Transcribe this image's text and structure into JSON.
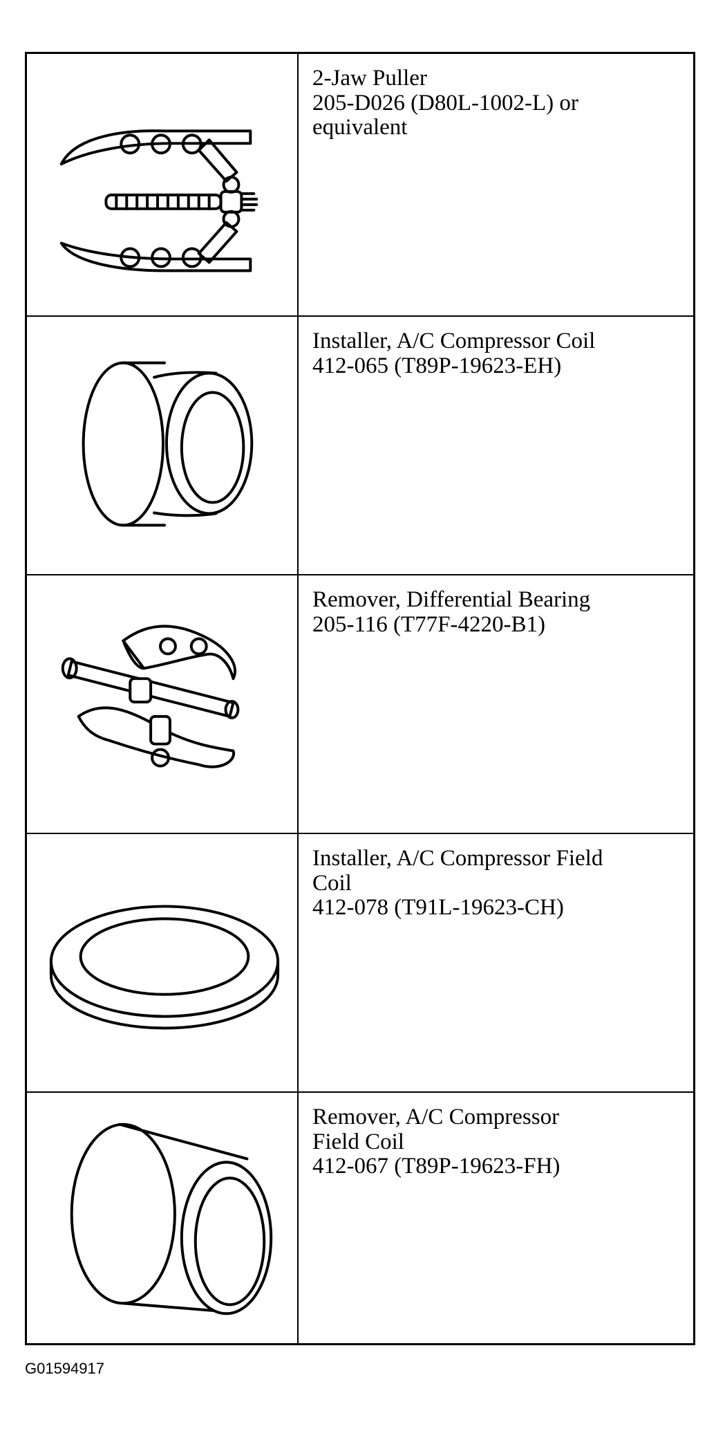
{
  "tools": [
    {
      "icon": "two-jaw-puller-icon",
      "lines": [
        "2-Jaw Puller",
        "205-D026 (D80L-1002-L) or",
        "equivalent"
      ]
    },
    {
      "icon": "coil-installer-icon",
      "lines": [
        "Installer, A/C Compressor Coil",
        "412-065 (T89P-19623-EH)"
      ]
    },
    {
      "icon": "bearing-remover-icon",
      "lines": [
        "Remover, Differential Bearing",
        "205-116 (T77F-4220-B1)"
      ]
    },
    {
      "icon": "field-coil-installer-ring-icon",
      "lines": [
        "Installer, A/C Compressor Field",
        "Coil",
        "412-078 (T91L-19623-CH)"
      ]
    },
    {
      "icon": "field-coil-remover-icon",
      "lines": [
        "Remover, A/C Compressor",
        "Field Coil",
        "412-067 (T89P-19623-FH)"
      ]
    }
  ],
  "figure_code": "G01594917"
}
